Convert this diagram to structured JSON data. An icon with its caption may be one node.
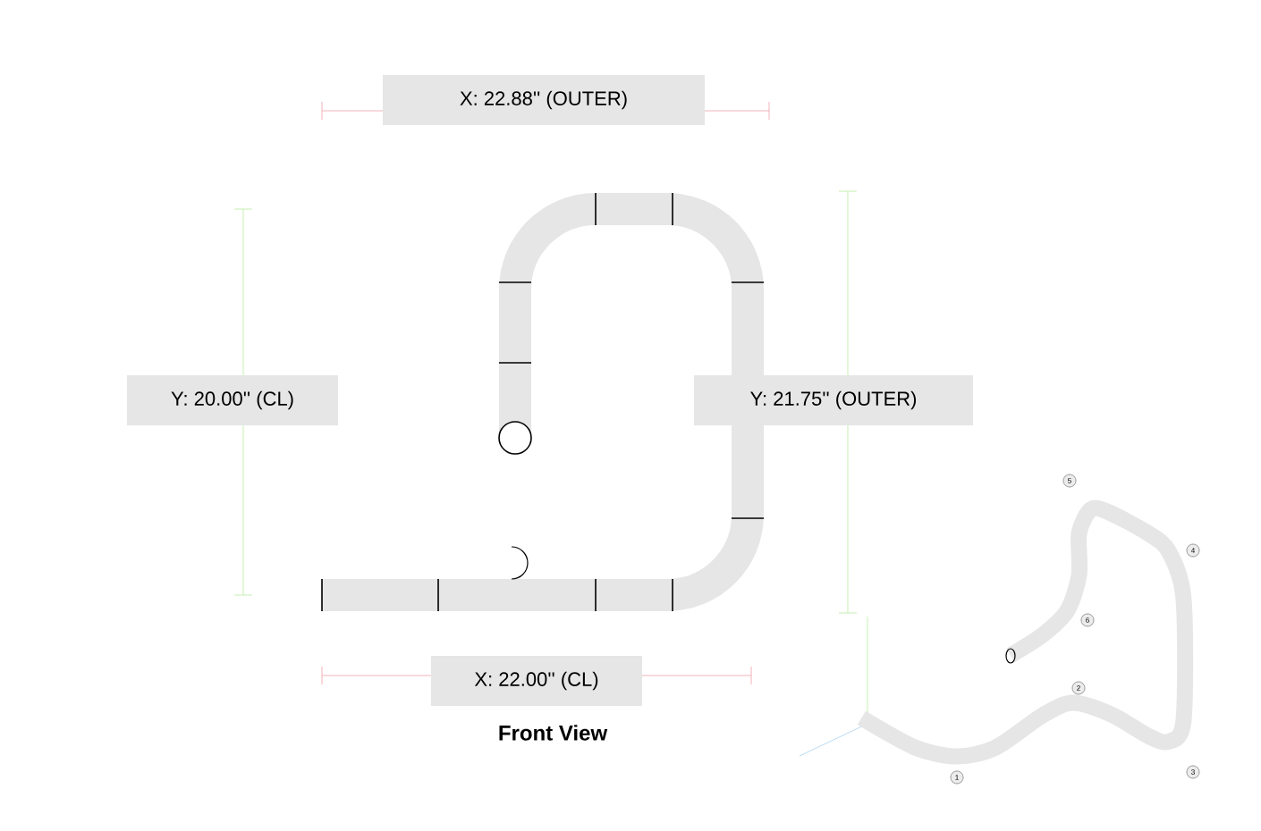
{
  "diagram": {
    "labels": [
      "X: 22.88'' (OUTER)",
      "Y: 20.00'' (CL)",
      "Y: 21.75'' (OUTER)",
      "5",
      "4",
      "6",
      "X: 22.00'' (CL)",
      "2",
      "Front View",
      "1",
      "3"
    ]
  }
}
